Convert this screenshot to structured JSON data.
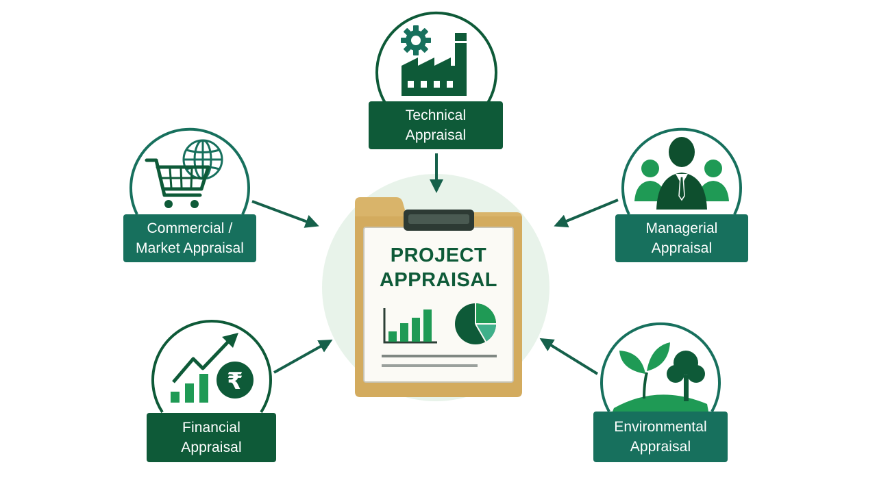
{
  "center": {
    "title_line1": "PROJECT",
    "title_line2": "APPRAISAL"
  },
  "nodes": {
    "technical": {
      "line1": "Technical",
      "line2": "Appraisal",
      "icon": "factory-gear-icon"
    },
    "commercial": {
      "line1": "Commercial /",
      "line2": "Market Appraisal",
      "icon": "shopping-cart-globe-icon"
    },
    "managerial": {
      "line1": "Managerial",
      "line2": "Appraisal",
      "icon": "team-manager-icon"
    },
    "financial": {
      "line1": "Financial",
      "line2": "Appraisal",
      "icon": "growth-chart-rupee-icon"
    },
    "environmental": {
      "line1": "Environmental",
      "line2": "Appraisal",
      "icon": "plant-tree-icon"
    }
  },
  "colors": {
    "dark_green": "#0e5a38",
    "teal_green": "#17705d",
    "light_green": "#1f9a55",
    "folder_tan": "#d9b46a",
    "halo": "#e8f3ea"
  }
}
